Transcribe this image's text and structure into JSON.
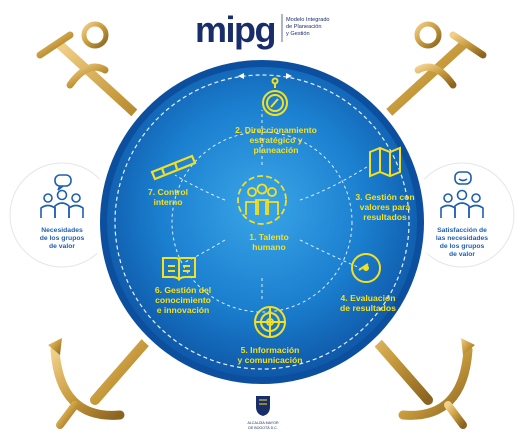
{
  "brand": {
    "logo": "mipg",
    "name_lines": [
      "Modelo Integrado",
      "de Planeación",
      "y Gestión"
    ]
  },
  "center": {
    "number_label": "1. Talento",
    "number_label2": "humano",
    "icon": "people-gear-icon"
  },
  "dimensions": [
    {
      "lines": [
        "2. Direccionamiento",
        "estratégico y",
        "planeación"
      ],
      "icon": "compass-icon"
    },
    {
      "lines": [
        "3. Gestión con",
        "valores para",
        "resultados"
      ],
      "icon": "map-icon"
    },
    {
      "lines": [
        "4. Evaluación",
        "de resultados"
      ],
      "icon": "gauge-icon"
    },
    {
      "lines": [
        "5. Información",
        "y comunicación"
      ],
      "icon": "radar-icon"
    },
    {
      "lines": [
        "6. Gestión del",
        "conocimiento",
        "e innovación"
      ],
      "icon": "book-icon"
    },
    {
      "lines": [
        "7. Control",
        "interno"
      ],
      "icon": "telescope-icon"
    }
  ],
  "left_panel": {
    "lines": [
      "Necesidades",
      "de los grupos",
      "de valor"
    ],
    "icon": "people-speech-icon"
  },
  "right_panel": {
    "lines": [
      "Satisfacción de",
      "las necesidades",
      "de los grupos",
      "de valor"
    ],
    "icon": "people-smile-icon"
  },
  "footer": {
    "lines": [
      "ALCALDÍA MAYOR",
      "DE BOGOTÁ D.C."
    ],
    "icon": "bogota-shield-icon"
  },
  "colors": {
    "blue_dark": "#0f58a8",
    "blue_light": "#2a9be0",
    "yellow": "#f5e020",
    "gold": "#c79a3c",
    "logo_blue": "#1a2d6b"
  }
}
